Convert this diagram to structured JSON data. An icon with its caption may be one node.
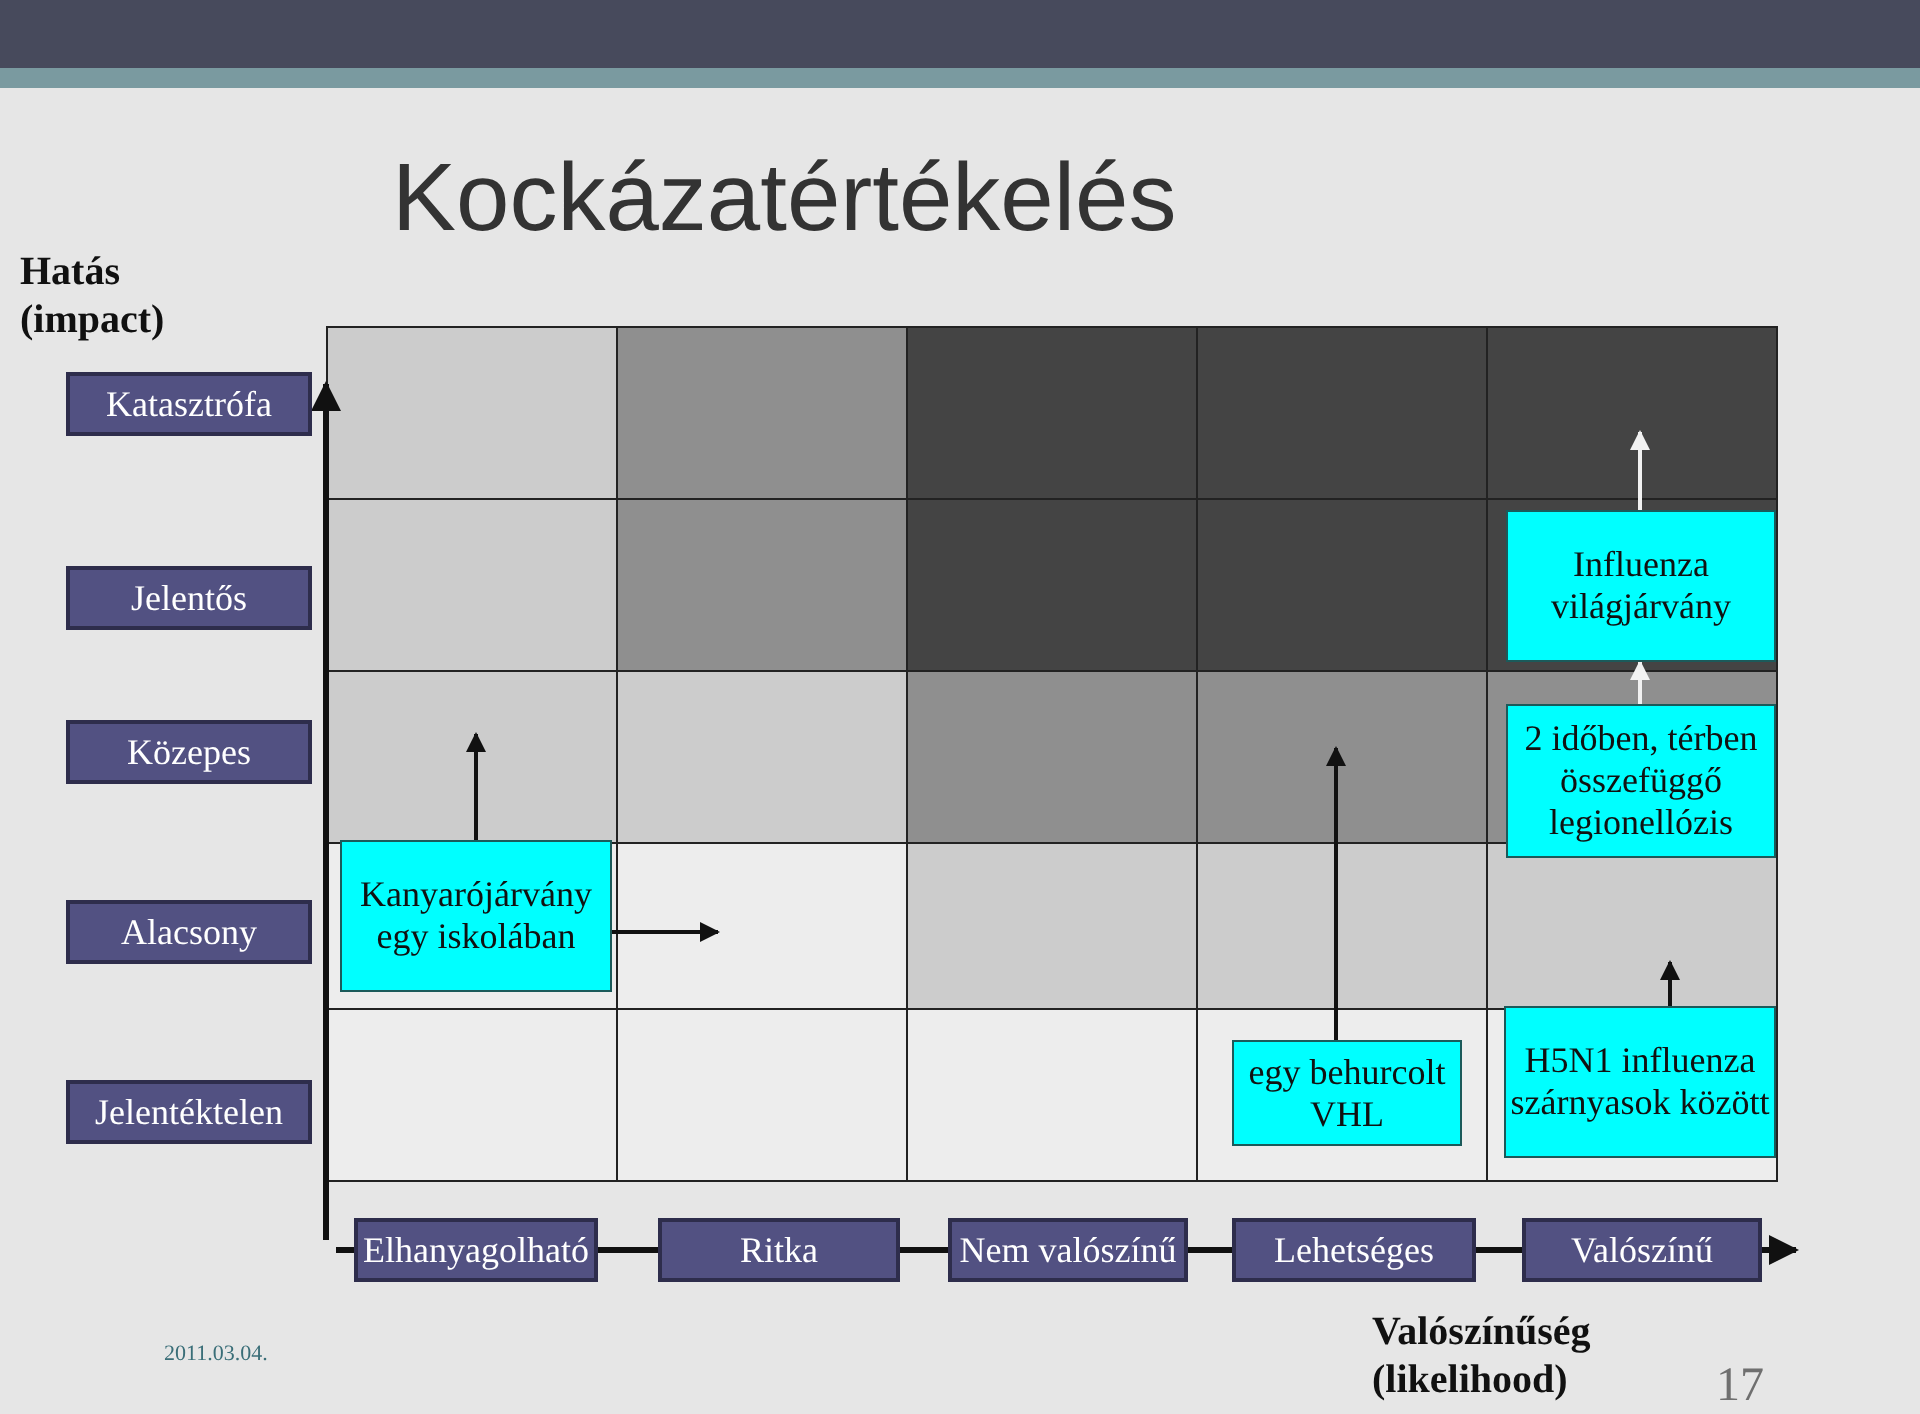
{
  "diagram": {
    "title": "Kockázatértékelés",
    "nodes": [
      {
        "text": [
          "Katasztrófa"
        ]
      },
      {
        "text": [
          "Jelentős"
        ]
      },
      {
        "text": [
          "Influenza világjárvány"
        ]
      },
      {
        "text": [
          "Közepes"
        ]
      },
      {
        "text": [
          "2 időben, térben összefüggő legionellózis"
        ]
      },
      {
        "text": [
          "Alacsony"
        ]
      },
      {
        "text": [
          "Kanyarójárvány egy iskolában"
        ]
      },
      {
        "text": [
          "Jelentéktelen"
        ]
      },
      {
        "text": [
          "egy behurcolt VHL"
        ]
      },
      {
        "text": [
          "H5N1 influenza szárnyasok között"
        ]
      },
      {
        "text": [
          "Elhanyagolható"
        ]
      },
      {
        "text": [
          "Ritka"
        ]
      },
      {
        "text": [
          "Nem valószínű"
        ]
      },
      {
        "text": [
          "Lehetséges"
        ]
      },
      {
        "text": [
          "Valószínű"
        ]
      },
      {
        "text": [],
        "shape": "box"
      },
      {
        "text": [],
        "shape": "box"
      },
      {
        "text": [],
        "shape": "box"
      },
      {
        "text": [],
        "shape": "box"
      },
      {
        "text": [],
        "shape": "box"
      }
    ],
    "edges": [
      {
        "from": 6,
        "to": 16,
        "arrow": "to"
      },
      {
        "from": 6,
        "to": 18,
        "arrow": "to"
      },
      {
        "from": 8,
        "to": 17,
        "arrow": "to"
      },
      {
        "from": 9,
        "to": 19,
        "arrow": "to"
      },
      {
        "from": 4,
        "to": 2,
        "arrow": "to",
        "color": "#f2f2f2"
      },
      {
        "from": 2,
        "to": 15,
        "arrow": "to",
        "color": "#f2f2f2"
      }
    ],
    "labels": [
      "Hatás (impact)",
      "2011.03.04.",
      "Valószínűség (likelihood)",
      "17"
    ]
  }
}
